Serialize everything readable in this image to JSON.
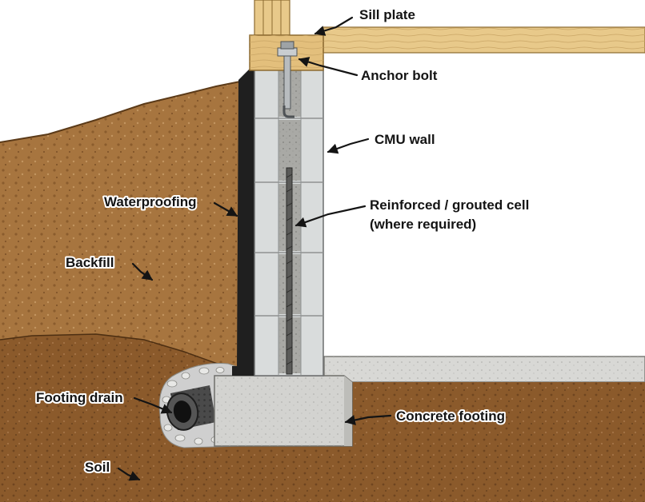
{
  "diagram": {
    "labels": {
      "sill_plate": "Sill plate",
      "anchor_bolt": "Anchor bolt",
      "cmu_wall": "CMU wall",
      "reinforced_line1": "Reinforced / grouted cell",
      "reinforced_line2": "(where required)",
      "waterproofing": "Waterproofing",
      "backfill": "Backfill",
      "footing_drain": "Footing drain",
      "concrete_footing": "Concrete footing",
      "soil": "Soil"
    },
    "colors": {
      "soil": "#8b5a2b",
      "backfill": "#a7753f",
      "wood": "#e8c98a",
      "cmu": "#d9dcdc",
      "grout": "#a9a9a5",
      "concrete": "#d3d3d0",
      "waterproofing": "#1f1f1f",
      "gravel": "#cfcfcf"
    }
  }
}
